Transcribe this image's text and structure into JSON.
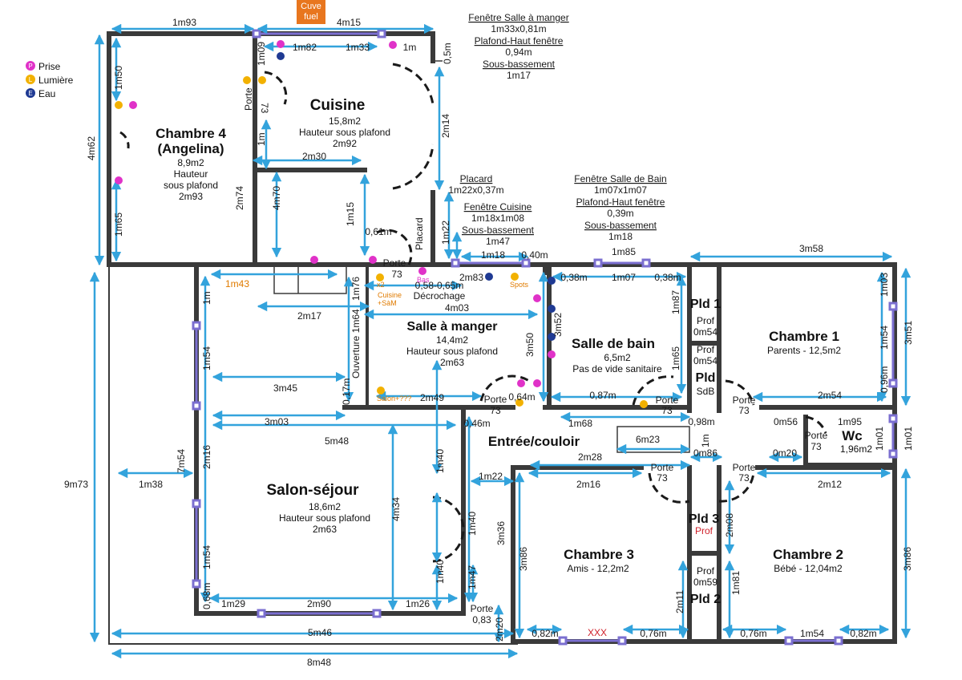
{
  "legend": [
    {
      "letter": "P",
      "label": "Prise",
      "color": "#e032c8"
    },
    {
      "letter": "L",
      "label": "Lumière",
      "color": "#f2b100"
    },
    {
      "letter": "E",
      "label": "Eau",
      "color": "#1f3a93"
    }
  ],
  "fuel_tank": {
    "line1": "Cuve",
    "line2": "fuel",
    "color": "#e8761e"
  },
  "colors": {
    "wall": "#3a3a3a",
    "dim": "#33a3dc",
    "window": "#7b6fd0",
    "point_p": "#e032c8",
    "point_l": "#f2b100",
    "point_e": "#1f3a93",
    "red": "#d0202a",
    "orange": "#e07b00"
  },
  "rooms": {
    "cuisine": {
      "name": "Cuisine",
      "area": "15,8m2",
      "h1": "Hauteur sous plafond",
      "h2": "2m92"
    },
    "chambre4": {
      "name1": "Chambre 4",
      "name2": "(Angelina)",
      "area": "8,9m2",
      "h1": "Hauteur",
      "h2": "sous plafond",
      "h3": "2m93"
    },
    "salle_manger": {
      "name": "Salle à manger",
      "area": "14,4m2",
      "h1": "Hauteur sous plafond",
      "h2": "2m63"
    },
    "salle_bain": {
      "name": "Salle de bain",
      "area": "6,5m2",
      "h1": "Pas de vide sanitaire"
    },
    "chambre1": {
      "name": "Chambre 1",
      "sub": "Parents - 12,5m2"
    },
    "salon": {
      "name": "Salon-séjour",
      "area": "18,6m2",
      "h1": "Hauteur sous plafond",
      "h2": "2m63"
    },
    "entree": {
      "name": "Entrée/couloir"
    },
    "chambre3": {
      "name": "Chambre 3",
      "sub": "Amis - 12,2m2"
    },
    "chambre2": {
      "name": "Chambre 2",
      "sub": "Bébé - 12,04m2"
    },
    "wc": {
      "name": "Wc",
      "area": "1,96m2"
    },
    "pld1": {
      "name": "Pld 1"
    },
    "pld_sdb": {
      "name": "Pld",
      "sub": "SdB"
    },
    "pld3": {
      "name": "Pld 3",
      "sub": "Prof"
    },
    "pld2": {
      "name": "Pld 2"
    }
  },
  "notes": {
    "fenetre_sam": {
      "l1": "Fenêtre Salle à manger",
      "l2": "1m33x0,81m",
      "l3": "Plafond-Haut fenêtre",
      "l4": "0,94m",
      "l5": "Sous-bassement",
      "l6": "1m17"
    },
    "placard": {
      "l1": "Placard",
      "l2": "1m22x0,37m"
    },
    "fenetre_cuisine": {
      "l1": "Fenêtre Cuisine",
      "l2": "1m18x1m08",
      "l3": "Sous-bassement",
      "l4": "1m47"
    },
    "fenetre_sdb": {
      "l1": "Fenêtre Salle de Bain",
      "l2": "1m07x1m07",
      "l3": "Plafond-Haut fenêtre",
      "l4": "0,39m",
      "l5": "Sous-bassement",
      "l6": "1m18"
    },
    "decrochage": {
      "l1": "0,58-0,65m",
      "l2": "Décrochage"
    },
    "ouverture": "Ouverture 1m64",
    "placard_v": "Placard",
    "cuisine_sam": {
      "l1": "Cuisine",
      "l2": "+SàM"
    },
    "x2": "x2",
    "spots": "Spots",
    "bas": "Bas",
    "salon_q": "Salon+???",
    "xxx": "XXX",
    "prof1": "Prof",
    "prof1v": "0m54",
    "prof2": "Prof",
    "prof2v": "0m54",
    "prof3": "Prof",
    "prof3v": "0m59"
  },
  "doors": {
    "porte_cuisine": {
      "l1": "Porte",
      "l2": "73"
    },
    "porte_sam": {
      "l1": "Porte",
      "l2": "73"
    },
    "porte_sam2": {
      "l1": "Porte",
      "l2": "73"
    },
    "porte_sdb": {
      "l1": "Porte",
      "l2": "73"
    },
    "porte_ch1": {
      "l1": "Porte",
      "l2": "73"
    },
    "porte_wc": {
      "l1": "Porte",
      "l2": "73"
    },
    "porte_ch3": {
      "l1": "Porte",
      "l2": "73"
    },
    "porte_ch2": {
      "l1": "Porte",
      "l2": "73"
    },
    "porte_entree": {
      "l1": "Porte",
      "l2": "0,83"
    },
    "porte_c4": "Porte",
    "porte_c4b": "73"
  },
  "dims": {
    "d1m93": "1m93",
    "d4m15": "4m15",
    "d1m82": "1m82",
    "d1m33": "1m33",
    "d1m": "1m",
    "d0_5m": "0,5m",
    "d1m09": "1m09",
    "d4m62": "4m62",
    "d1m50": "1m50",
    "d1m65": "1m65",
    "d2m74": "2m74",
    "d4m70": "4m70",
    "d1m_k": "1m",
    "d2m30": "2m30",
    "d1m15": "1m15",
    "d0_61m": "0,61m",
    "d2m14": "2m14",
    "d1m22": "1m22",
    "d1m18": "1m18",
    "d0_40m": "0,40m",
    "d2m83": "2m83",
    "d1m85": "1m85",
    "d0_38m": "0,38m",
    "d1m07": "1m07",
    "d0_38m_b": "0,38m",
    "d3m58": "3m58",
    "d1m43": "1m43",
    "d1m76": "1m76",
    "d1m_s": "1m",
    "d2m17": "2m17",
    "d4m03": "4m03",
    "d3m50": "3m50",
    "d3m52": "3m52",
    "d1m87": "1m87",
    "d1m65_b": "1m65",
    "d1m03": "1m03",
    "d1m54_r": "1m54",
    "d3m51": "3m51",
    "d0_96m": "0,96m",
    "d2m54": "2m54",
    "d1m54_l": "1m54",
    "d3m45": "3m45",
    "d0_17m": "0,17m",
    "d2m49": "2m49",
    "d0_64m": "0,64m",
    "d0_87m": "0,87m",
    "d3m03": "3m03",
    "d0_46m": "0,46m",
    "d1m68": "1m68",
    "d0_98m": "0,98m",
    "d0m56": "0m56",
    "d1m95": "1m95",
    "d1m01": "1m01",
    "d1m01_b": "1m01",
    "d5m48": "5m48",
    "d6m23": "6m23",
    "d1m_c": "1m",
    "d0m86": "0m86",
    "d0m20": "0m20",
    "d7m54": "7m54",
    "d2m16_v": "2m16",
    "d9m73": "9m73",
    "d1m38": "1m38",
    "d1m40_a": "1m40",
    "d2m28": "2m28",
    "d1m22_b": "1m22",
    "d2m16_h": "2m16",
    "d2m12": "2m12",
    "d4m34": "4m34",
    "d3m36": "3m36",
    "d1m40_b": "1m40",
    "d3m86": "3m86",
    "d2m08": "2m08",
    "d3m86_r": "3m86",
    "d1m54_s": "1m54",
    "d1m40_c": "1m40",
    "d1m47": "1m47",
    "d2m11": "2m11",
    "d1m81": "1m81",
    "d0_68m": "0,68m",
    "d1m29": "1m29",
    "d2m90": "2m90",
    "d1m26": "1m26",
    "d5m46": "5m46",
    "d2m20": "2m20",
    "d0_82m": "0,82m",
    "d0_76m": "0,76m",
    "d0_76m_b": "0,76m",
    "d1m54_b": "1m54",
    "d0_82m_b": "0,82m",
    "d8m48": "8m48"
  }
}
